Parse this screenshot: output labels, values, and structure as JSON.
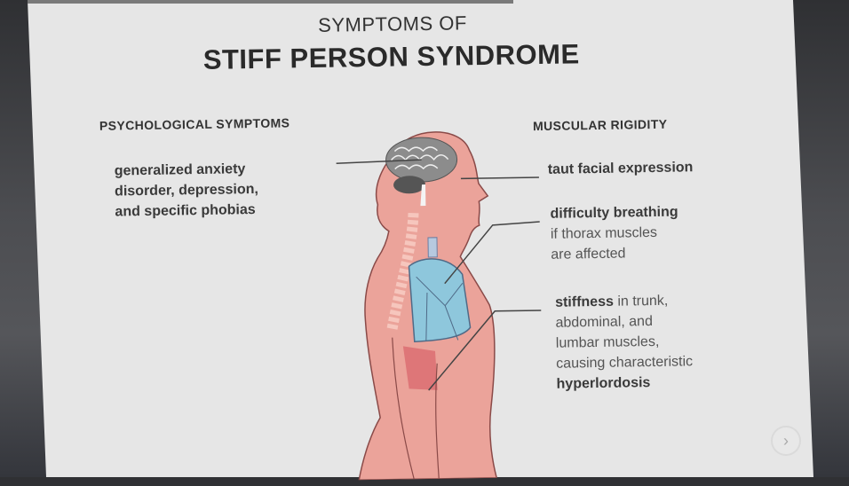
{
  "title": {
    "subtitle": "SYMPTOMS OF",
    "main": "STIFF PERSON SYNDROME"
  },
  "progress": {
    "percent": 57
  },
  "left": {
    "heading": "PSYCHOLOGICAL SYMPTOMS",
    "items": [
      {
        "lines": [
          "generalized anxiety",
          "disorder, depression,",
          "and specific phobias"
        ]
      }
    ]
  },
  "right": {
    "heading": "MUSCULAR RIGIDITY",
    "items": [
      {
        "bold": "taut facial expression",
        "rest": []
      },
      {
        "bold": "difficulty breathing",
        "rest": [
          "if thorax muscles",
          "are affected"
        ]
      },
      {
        "bold": "stiffness",
        "inline": " in trunk,",
        "rest": [
          "abdominal, and",
          "lumbar muscles,",
          "causing characteristic"
        ],
        "bold_end": "hyperlordosis"
      }
    ]
  },
  "figure": {
    "label": "human-body-side-view",
    "colors": {
      "body": "#eba39a",
      "outline": "#8a4a48",
      "lungs": "#8ec7dc",
      "brain": "#8c8c8c",
      "spine": "#f6c6bd",
      "lumbar": "#d9636a"
    }
  },
  "nav": {
    "next_icon": "chevron-right-icon",
    "next_glyph": "›"
  }
}
